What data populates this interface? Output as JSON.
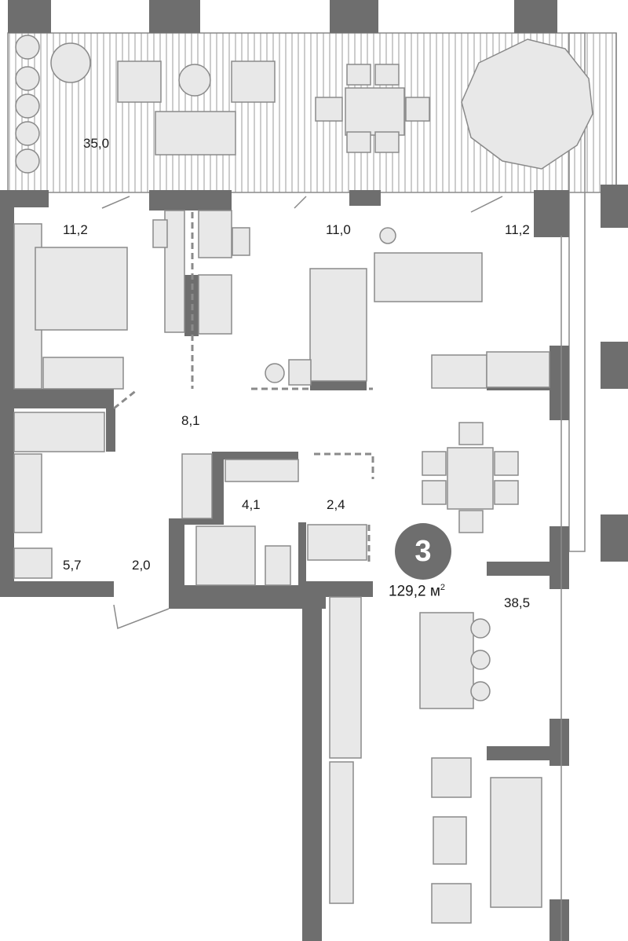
{
  "apartment": {
    "rooms_count": "3",
    "total_area": "129,2",
    "area_unit": "м",
    "area_unit_power": "2"
  },
  "rooms": {
    "terrace": "35,0",
    "bedroom_left": "11,2",
    "bedroom_middle": "11,0",
    "bedroom_right": "11,2",
    "hallway": "8,1",
    "bathroom_middle": "4,1",
    "laundry": "2,4",
    "bathroom_left": "5,7",
    "entrance": "2,0",
    "living_kitchen": "38,5"
  },
  "colors": {
    "wall": "#6e6e6e",
    "furniture": "#e8e8e8"
  }
}
